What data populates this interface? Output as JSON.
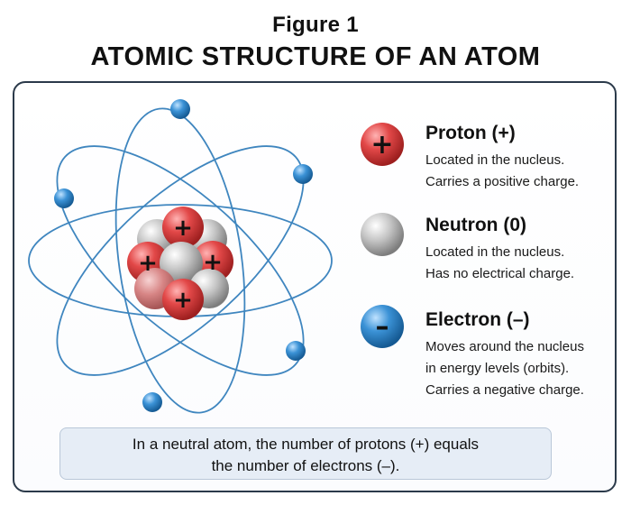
{
  "figure": {
    "label": "Figure 1",
    "title": "ATOMIC STRUCTURE OF AN ATOM"
  },
  "legend": [
    {
      "name": "Proton (+)",
      "symbol": "+",
      "lines": [
        "Located in the nucleus.",
        "Carries a positive charge."
      ],
      "color": "#d93a3a"
    },
    {
      "name": "Neutron (0)",
      "symbol": "",
      "lines": [
        "Located in the nucleus.",
        "Has no electrical charge."
      ],
      "color": "#bdbdbd"
    },
    {
      "name": "Electron (–)",
      "symbol": "–",
      "lines": [
        "Moves around the nucleus",
        "in energy levels (orbits).",
        "Carries a negative charge."
      ],
      "color": "#2f86c9"
    }
  ],
  "note": {
    "lines": [
      "In a neutral atom, the number of protons (+) equals",
      "the number of electrons (–)."
    ]
  },
  "colors": {
    "orbit": "#3f86bf",
    "border": "#2b3a4a",
    "note_bg": "#e6edf6"
  }
}
